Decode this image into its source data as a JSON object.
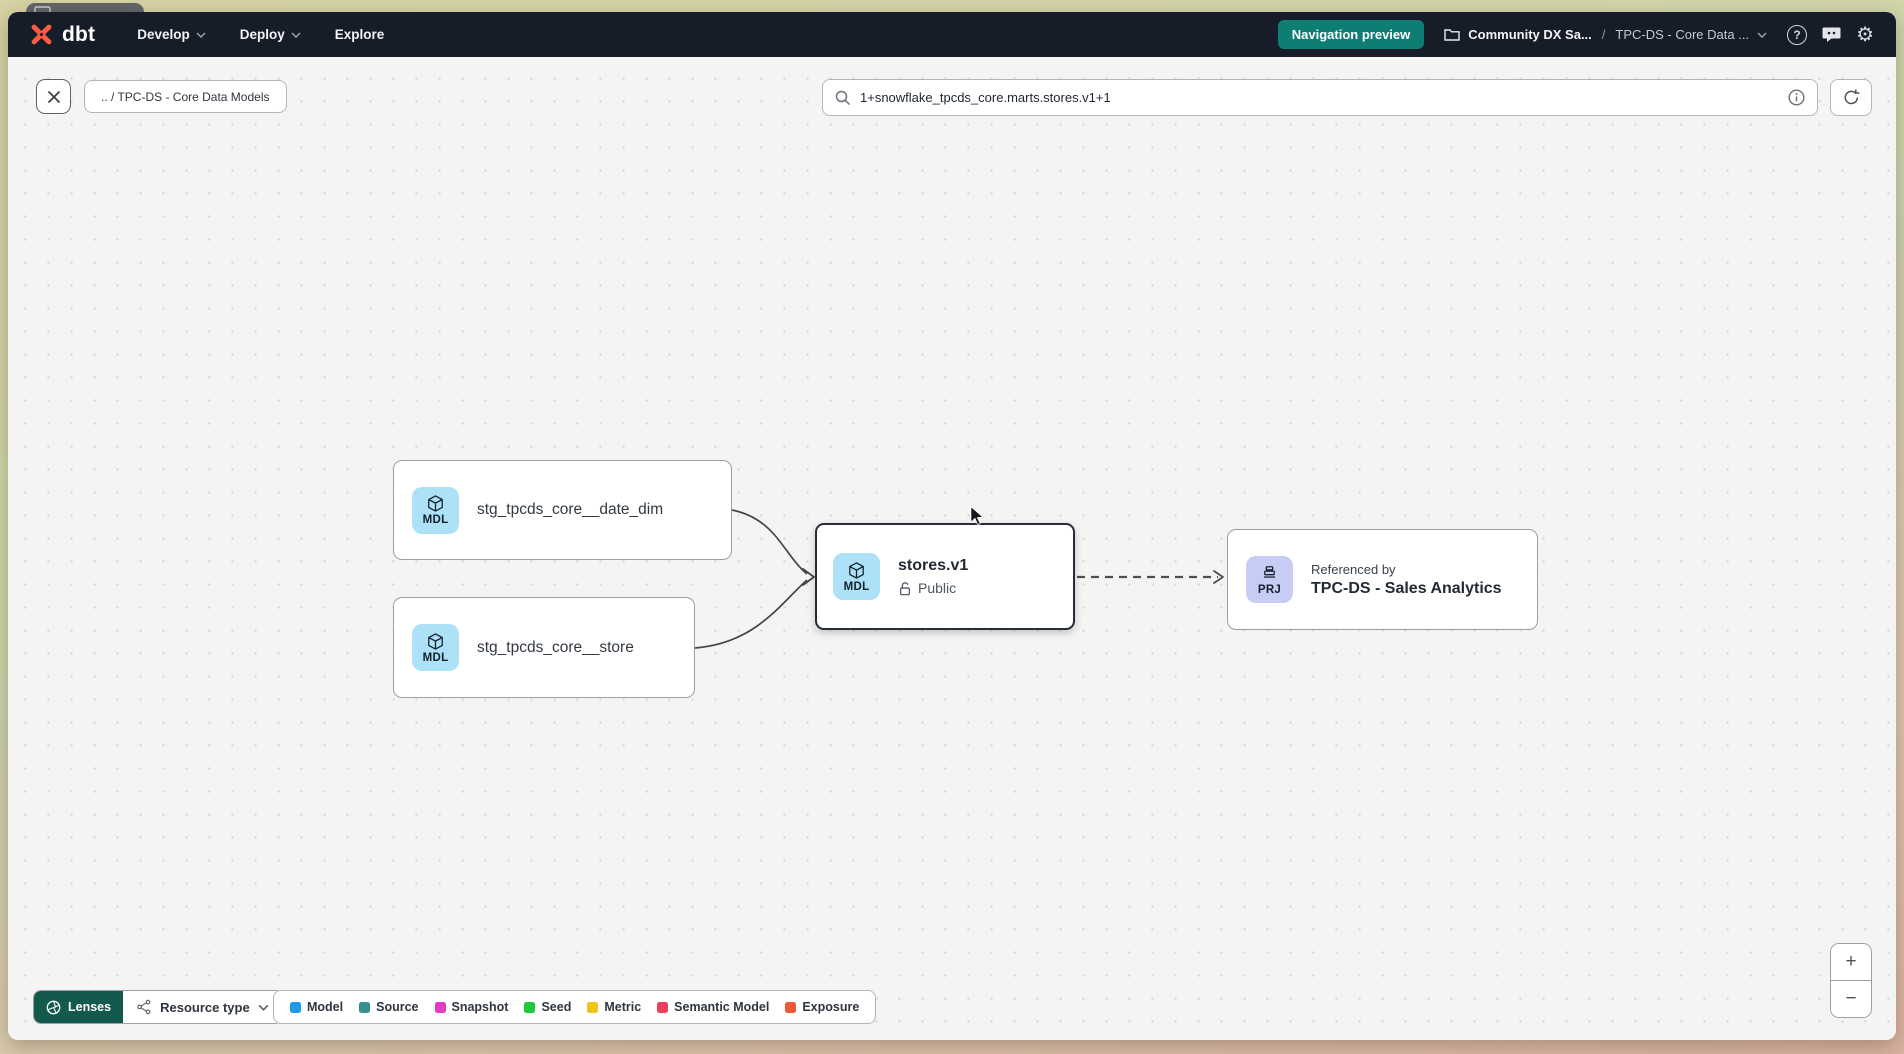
{
  "colors": {
    "brand_orange": "#ff5c44",
    "navbar_bg": "#161c28",
    "preview_badge_teal": "#0e7d73",
    "lenses_teal": "#14594e",
    "model_badge_blue": "#ace1f8",
    "project_badge_purple": "#c6ccf3",
    "canvas_bg": "#f4f4f2"
  },
  "navbar": {
    "logo_text": "dbt",
    "menus": [
      {
        "label": "Develop",
        "has_chevron": true
      },
      {
        "label": "Deploy",
        "has_chevron": true
      },
      {
        "label": "Explore",
        "has_chevron": false
      }
    ],
    "preview_badge": "Navigation preview",
    "breadcrumb": {
      "account": "Community DX Sa...",
      "separator": "/",
      "project": "TPC-DS - Core Data ..."
    },
    "help_glyph": "?",
    "gear_glyph": "⚙"
  },
  "toolbar": {
    "breadcrumb_chip": ".. / TPC-DS - Core Data Models",
    "search_value": "1+snowflake_tpcds_core.marts.stores.v1+1"
  },
  "graph": {
    "nodes": {
      "date_dim": {
        "badge": "MDL",
        "label": "stg_tpcds_core__date_dim"
      },
      "store": {
        "badge": "MDL",
        "label": "stg_tpcds_core__store"
      },
      "stores_v1": {
        "badge": "MDL",
        "label": "stores.v1",
        "access": "Public",
        "selected": true
      },
      "sales_analytics": {
        "badge": "PRJ",
        "caption": "Referenced by",
        "label": "TPC-DS - Sales Analytics"
      }
    }
  },
  "footer": {
    "lenses_label": "Lenses",
    "resource_type_label": "Resource type",
    "legend": [
      {
        "label": "Model",
        "color": "#1e9be8"
      },
      {
        "label": "Source",
        "color": "#37908e"
      },
      {
        "label": "Snapshot",
        "color": "#e23cc3"
      },
      {
        "label": "Seed",
        "color": "#21c93c"
      },
      {
        "label": "Metric",
        "color": "#eec419"
      },
      {
        "label": "Semantic Model",
        "color": "#ef3e5e"
      },
      {
        "label": "Exposure",
        "color": "#ed5a37"
      }
    ]
  },
  "zoom_controls": {
    "zoom_in": "+",
    "zoom_out": "−"
  }
}
